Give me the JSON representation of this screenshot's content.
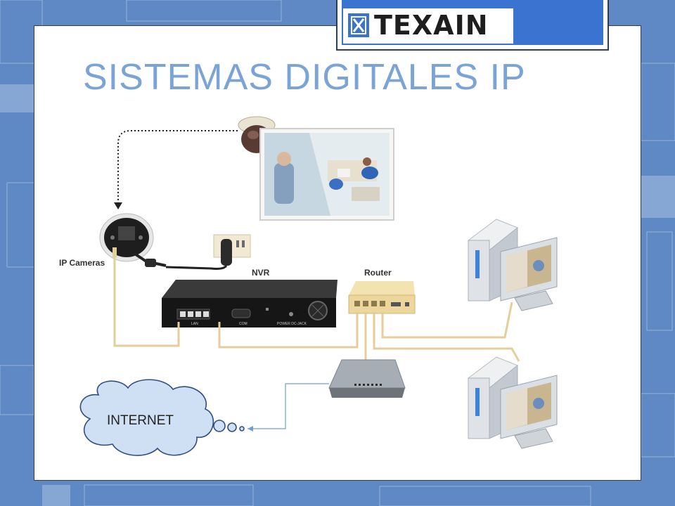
{
  "logo": {
    "icon": "boxed-x-icon",
    "text": "TEXAIN"
  },
  "slide": {
    "title": "SISTEMAS DIGITALES IP"
  },
  "diagram": {
    "labels": {
      "ip_cameras": "IP Cameras",
      "nvr": "NVR",
      "router": "Router",
      "internet": "INTERNET"
    },
    "nvr_ports": {
      "lan": "LAN",
      "com": "COM",
      "power": "POWER DC-JACK"
    }
  },
  "colors": {
    "title": "#7aa3d6",
    "logo_blue": "#3b73d0",
    "cable": "#e4cf9a",
    "cloud": "#cfe0f5"
  }
}
